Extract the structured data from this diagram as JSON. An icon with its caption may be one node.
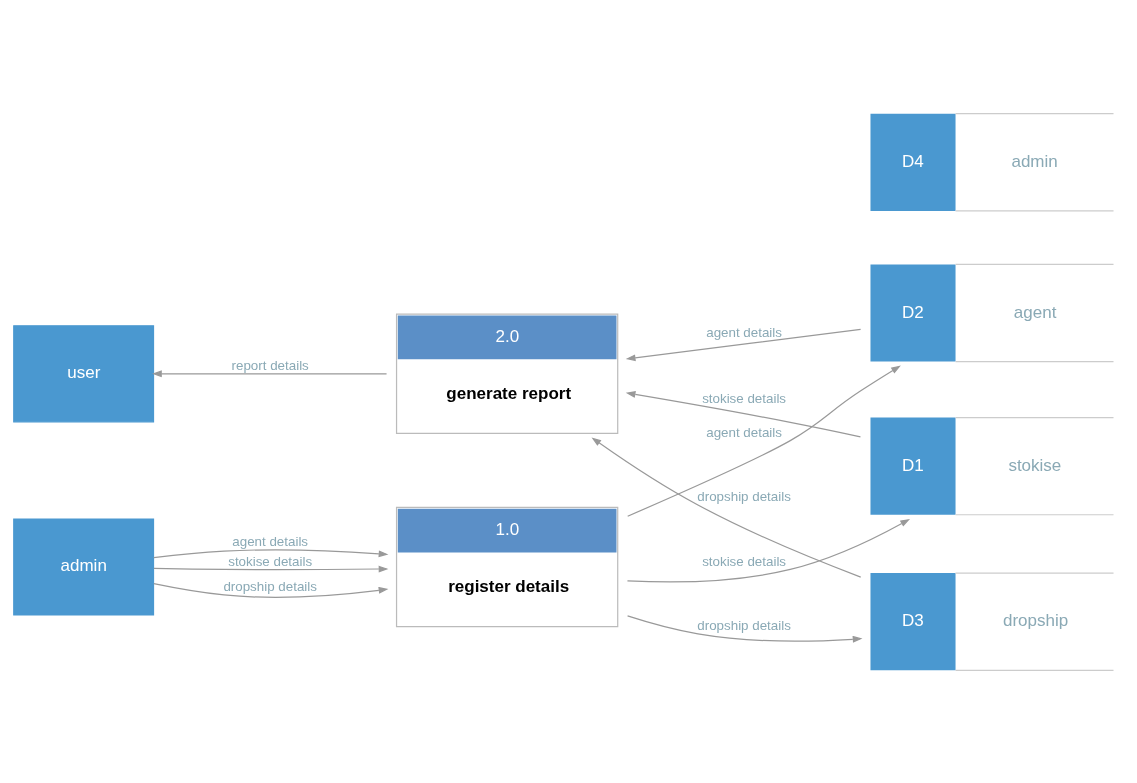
{
  "diagram": {
    "nodes": [
      {
        "text": [
          "admin"
        ]
      },
      {
        "text": [
          "1.0",
          "register details"
        ]
      },
      {
        "text": [
          "D1",
          "stokise"
        ]
      },
      {
        "text": [
          "D2",
          "agent"
        ]
      },
      {
        "text": [
          "user"
        ]
      },
      {
        "text": [
          "2.0",
          "generate report"
        ]
      },
      {
        "text": [
          "D3",
          "dropship"
        ]
      },
      {
        "text": [
          "D4",
          "admin"
        ]
      }
    ],
    "edges": [
      {
        "from": 0,
        "to": 1,
        "arrow": "to",
        "label": "stokise details"
      },
      {
        "from": 0,
        "to": 1,
        "arrow": "to",
        "label": "dropship details"
      },
      {
        "from": 0,
        "to": 1,
        "arrow": "to",
        "label": "agent details"
      },
      {
        "from": 1,
        "to": 2,
        "arrow": "to",
        "label": "stokise details"
      },
      {
        "from": 1,
        "to": 3,
        "arrow": "to",
        "label": "agent details"
      },
      {
        "from": 1,
        "to": 6,
        "arrow": "to",
        "label": "dropship details"
      },
      {
        "from": 3,
        "to": 5,
        "arrow": "to",
        "label": "agent details"
      },
      {
        "from": 2,
        "to": 5,
        "arrow": "to",
        "label": "stokise details"
      },
      {
        "from": 6,
        "to": 5,
        "arrow": "to",
        "label": "dropship details"
      },
      {
        "from": 5,
        "to": 4,
        "arrow": "to",
        "label": "report details"
      }
    ]
  }
}
